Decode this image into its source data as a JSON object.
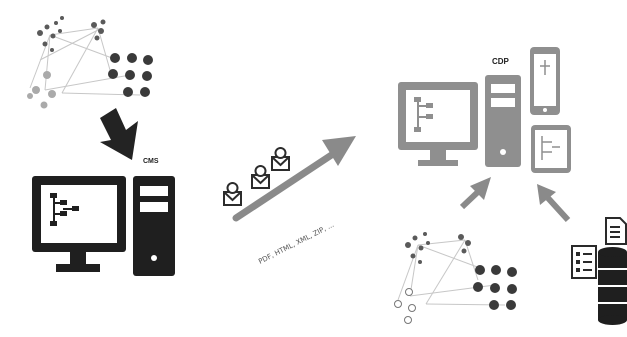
{
  "labels": {
    "cms": "CMS",
    "cdp": "CDP",
    "formats": "PDF, HTML, XML, ZIP, ..."
  },
  "icons": [
    "network-graph-icon",
    "desktop-computer-icon",
    "tower-pc-icon",
    "envelope-person-icon",
    "arrow-icon",
    "smartphone-icon",
    "tablet-icon",
    "checklist-document-icon",
    "database-icon"
  ],
  "colors": {
    "dark": "#1f1f1f",
    "gray": "#777777",
    "light_gray": "#bdbdbd",
    "arrow": "#8a8a8a"
  }
}
